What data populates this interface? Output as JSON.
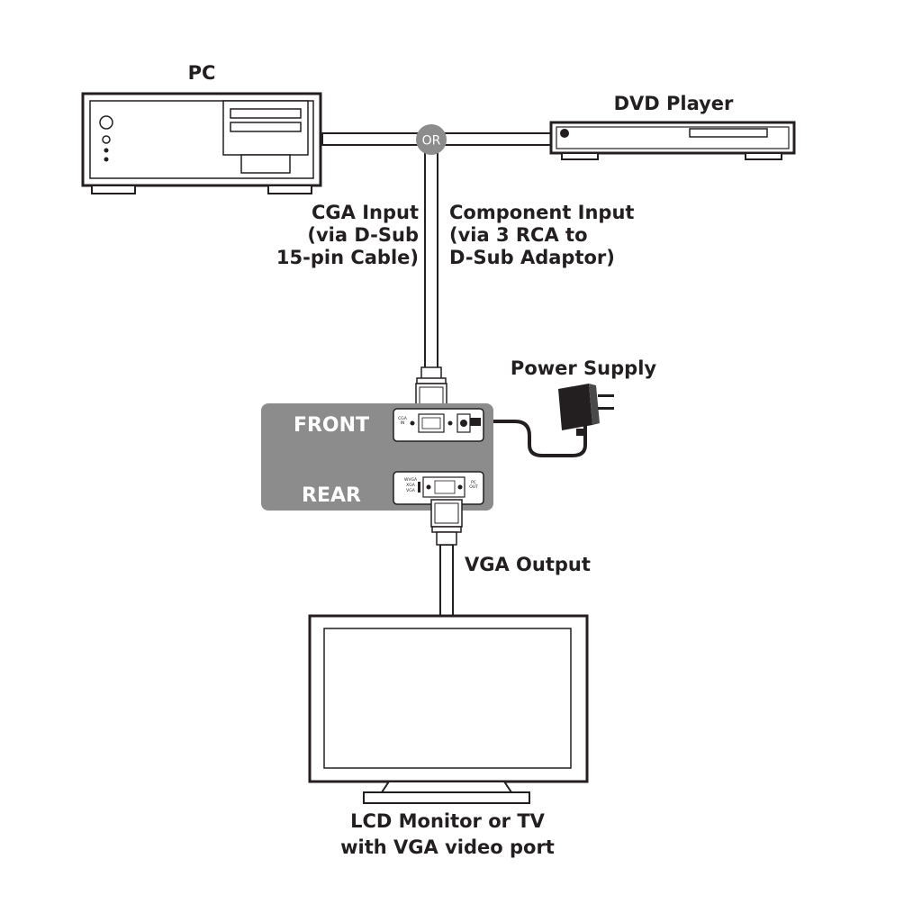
{
  "nodes": {
    "pc": {
      "label": "PC"
    },
    "dvd": {
      "label": "DVD Player"
    },
    "or_junction": {
      "label": "OR"
    },
    "power_supply": {
      "label": "Power Supply"
    },
    "device": {
      "front_label": "FRONT",
      "rear_label": "REAR",
      "front_port_label_1": "CGA",
      "front_port_label_2": "IN",
      "rear_switch_label_1": "WVGA",
      "rear_switch_label_2": "XGA",
      "rear_switch_label_3": "VGA",
      "rear_port_label_1": "PC",
      "rear_port_label_2": "OUT"
    },
    "monitor": {
      "line1": "LCD Monitor or TV",
      "line2": "with VGA video port"
    }
  },
  "edges": {
    "cga_input": {
      "line1": "CGA Input",
      "line2": "(via D-Sub",
      "line3": "15-pin Cable)"
    },
    "component_input": {
      "line1": "Component Input",
      "line2": "(via 3 RCA to",
      "line3": "D-Sub Adaptor)"
    },
    "vga_output": {
      "label": "VGA Output"
    }
  },
  "colors": {
    "line": "#231f20",
    "device_panel": "#8c8c8c",
    "junction": "#8c8c8c",
    "background": "#ffffff"
  }
}
